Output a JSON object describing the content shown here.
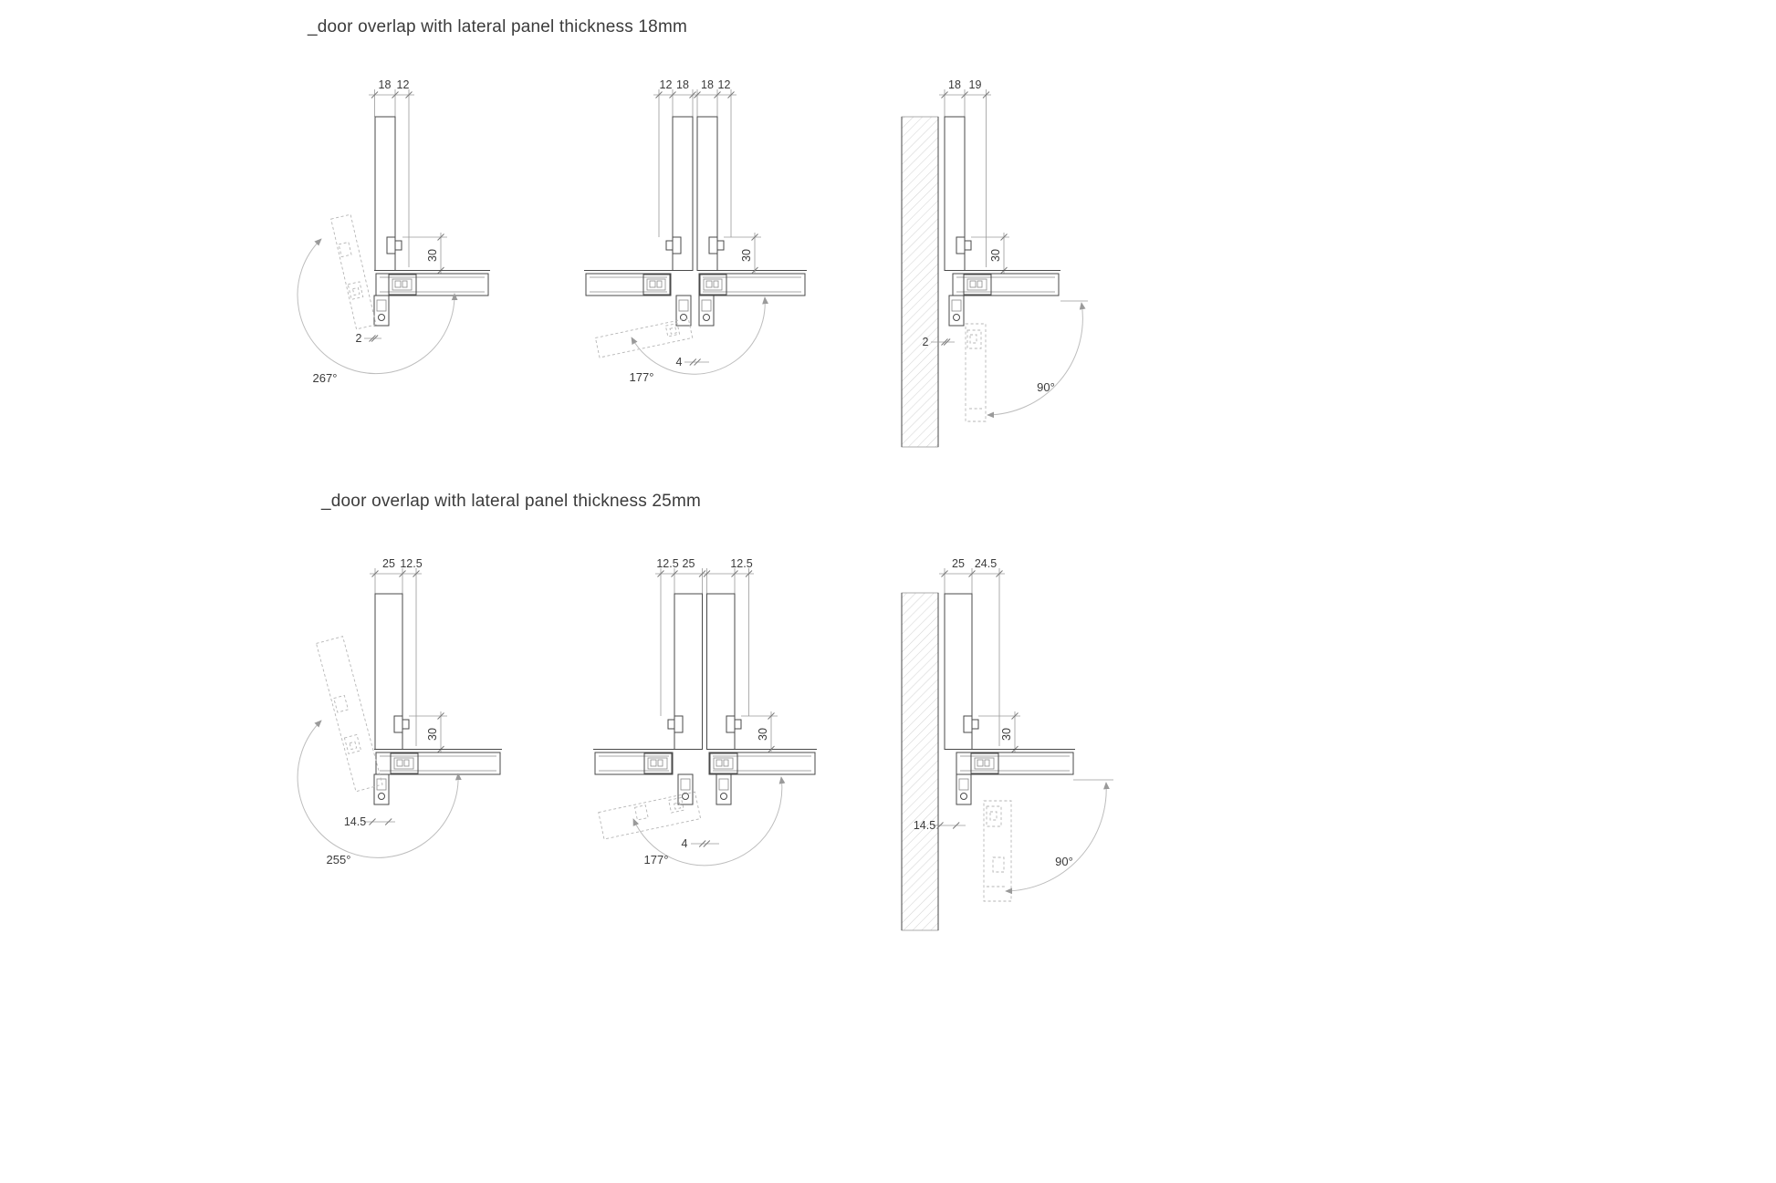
{
  "page": {
    "background": "#ffffff"
  },
  "sections": [
    {
      "title": "_door overlap with lateral panel thickness 18mm",
      "diagrams": [
        {
          "top_dims": [
            "18",
            "12"
          ],
          "depth_dim": "30",
          "gap_dim": "2",
          "opening_angle": "267°"
        },
        {
          "top_dims": [
            "12",
            "18",
            "18",
            "12"
          ],
          "depth_dim": "30",
          "gap_dim": "4",
          "opening_angle": "177°"
        },
        {
          "top_dims": [
            "18",
            "19"
          ],
          "depth_dim": "30",
          "gap_dim": "2",
          "opening_angle": "90°"
        }
      ]
    },
    {
      "title": "_door overlap with lateral panel thickness 25mm",
      "diagrams": [
        {
          "top_dims": [
            "25",
            "12.5"
          ],
          "depth_dim": "30",
          "gap_dim": "14.5",
          "opening_angle": "255°"
        },
        {
          "top_dims": [
            "12.5",
            "25",
            "12.5"
          ],
          "depth_dim": "30",
          "gap_dim": "4",
          "opening_angle": "177°"
        },
        {
          "top_dims": [
            "25",
            "24.5"
          ],
          "depth_dim": "30",
          "gap_dim": "14.5",
          "opening_angle": "90°"
        }
      ]
    }
  ]
}
